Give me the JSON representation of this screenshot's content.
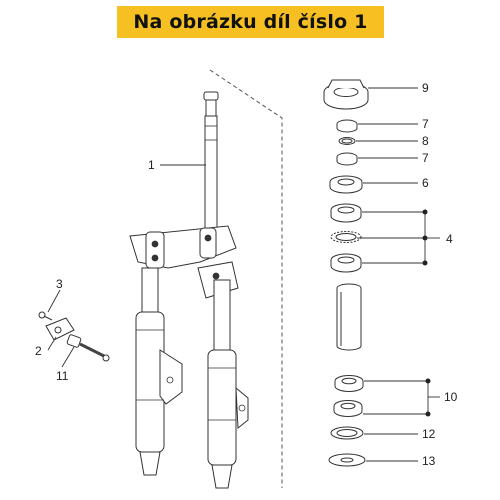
{
  "banner": {
    "text": "Na obrázku díl číslo 1"
  },
  "colors": {
    "banner_bg": "#f6c022",
    "outline": "#333333",
    "highlight": "#f6c022"
  },
  "parts": [
    {
      "id": "p1",
      "label": "1",
      "name": "steering-stem-fork"
    },
    {
      "id": "p2",
      "label": "2",
      "name": "sensor-bracket"
    },
    {
      "id": "p3",
      "label": "3",
      "name": "bracket-screw"
    },
    {
      "id": "p4",
      "label": "4",
      "name": "bearing-set-upper"
    },
    {
      "id": "p6",
      "label": "6",
      "name": "dust-seal-ring"
    },
    {
      "id": "p7a",
      "label": "7",
      "name": "washer-upper"
    },
    {
      "id": "p7b",
      "label": "7",
      "name": "washer-lower"
    },
    {
      "id": "p8",
      "label": "8",
      "name": "o-ring"
    },
    {
      "id": "p9",
      "label": "9",
      "name": "ring-nut"
    },
    {
      "id": "p10",
      "label": "10",
      "name": "bearing-set-lower"
    },
    {
      "id": "p11",
      "label": "11",
      "name": "speed-sensor-cable"
    },
    {
      "id": "p12",
      "label": "12",
      "name": "seal-ring-lower"
    },
    {
      "id": "p13",
      "label": "13",
      "name": "flat-washer"
    }
  ]
}
